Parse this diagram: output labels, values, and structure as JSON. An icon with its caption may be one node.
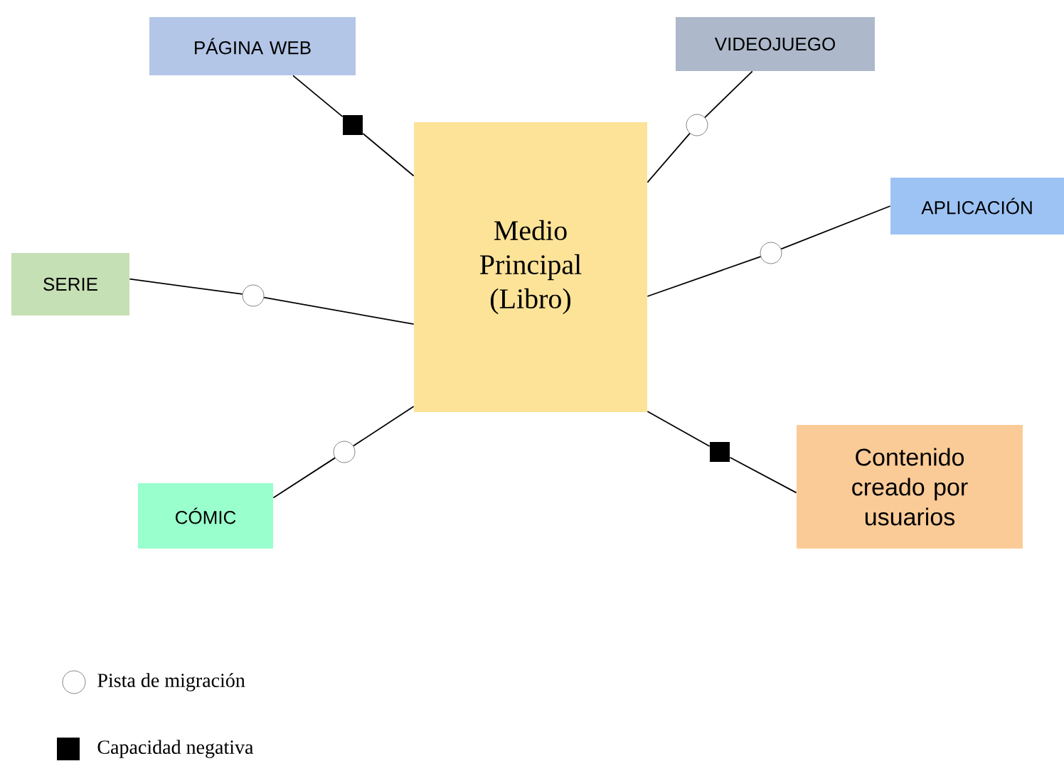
{
  "diagram": {
    "nodes": [
      {
        "text": [
          "Medio Principal (Libro)"
        ]
      },
      {
        "text": [
          "PÁGINA WEB"
        ]
      },
      {
        "text": [
          "VIDEOJUEGO"
        ]
      },
      {
        "text": [
          "APLICACIÓN"
        ]
      },
      {
        "text": [
          "SERIE"
        ]
      },
      {
        "text": [
          "CÓMIC"
        ]
      },
      {
        "text": [
          "Contenido creado por usuarios"
        ]
      },
      {
        "text": [],
        "shape": "box"
      },
      {
        "text": [],
        "shape": "circle"
      },
      {
        "text": [],
        "shape": "circle"
      },
      {
        "text": [],
        "shape": "circle"
      },
      {
        "text": [],
        "shape": "circle"
      },
      {
        "text": [],
        "shape": "box"
      }
    ],
    "edges": [
      {
        "from": 0,
        "to": 7,
        "arrow": "none"
      },
      {
        "from": 7,
        "to": 1,
        "arrow": "none"
      },
      {
        "from": 0,
        "to": 8,
        "arrow": "none"
      },
      {
        "from": 8,
        "to": 2,
        "arrow": "none"
      },
      {
        "from": 0,
        "to": 9,
        "arrow": "none"
      },
      {
        "from": 9,
        "to": 3,
        "arrow": "none"
      },
      {
        "from": 0,
        "to": 10,
        "arrow": "none"
      },
      {
        "from": 10,
        "to": 4,
        "arrow": "none"
      },
      {
        "from": 0,
        "to": 11,
        "arrow": "none"
      },
      {
        "from": 11,
        "to": 5,
        "arrow": "none"
      },
      {
        "from": 0,
        "to": 12,
        "arrow": "none"
      },
      {
        "from": 12,
        "to": 6,
        "arrow": "none"
      }
    ],
    "legend": [
      {
        "text": "Pista de migración"
      },
      {
        "text": "Capacidad negativa"
      }
    ]
  }
}
